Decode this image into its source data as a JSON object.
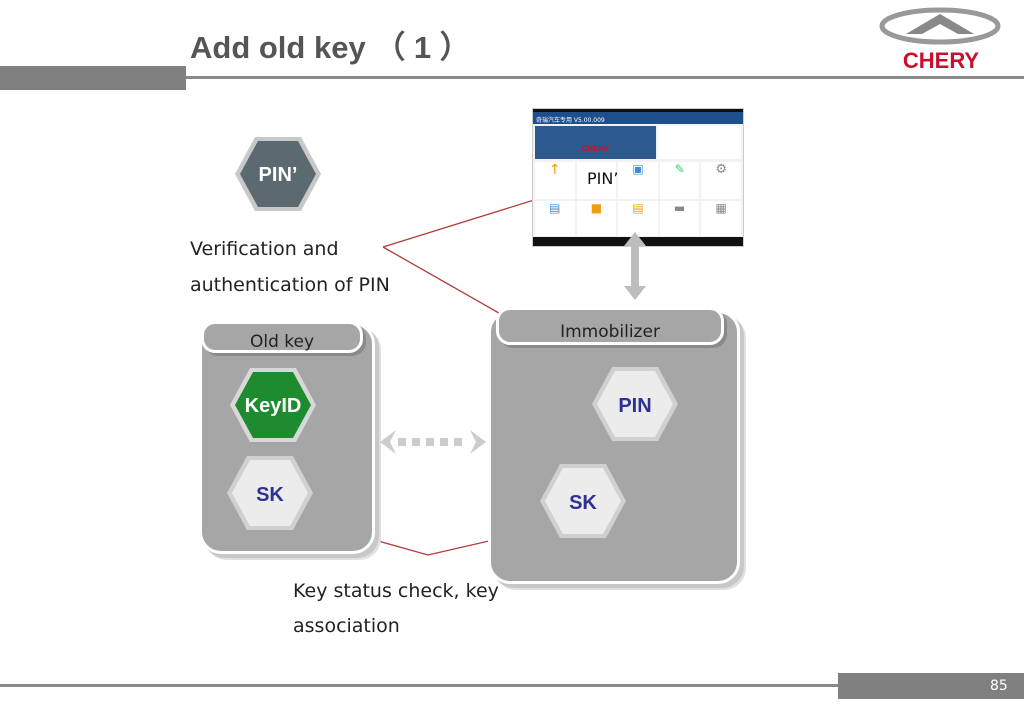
{
  "title": "Add old key （ 1 ）",
  "logo": {
    "text": "CHERY",
    "color": "#c8102e"
  },
  "page_number": "85",
  "pin_badge": "PIN’",
  "verification_text": {
    "line1": "Verification and",
    "line2": "authentication of PIN"
  },
  "old_key": {
    "label": "Old key",
    "items": [
      "KeyID",
      "SK"
    ]
  },
  "immobilizer": {
    "label": "Immobilizer",
    "items": [
      "PIN",
      "SK"
    ]
  },
  "tablet": {
    "header": "奇瑞汽车专用 V5.00.009",
    "overlay_label": "PIN’"
  },
  "status_text": {
    "line1": "Key status check, key",
    "line2": "association"
  },
  "colors": {
    "accent_line": "#b03a3a",
    "keyid_green": "#1e8c2e",
    "pin_badge": "#5a6a70",
    "hex_text": "#2e3192"
  }
}
